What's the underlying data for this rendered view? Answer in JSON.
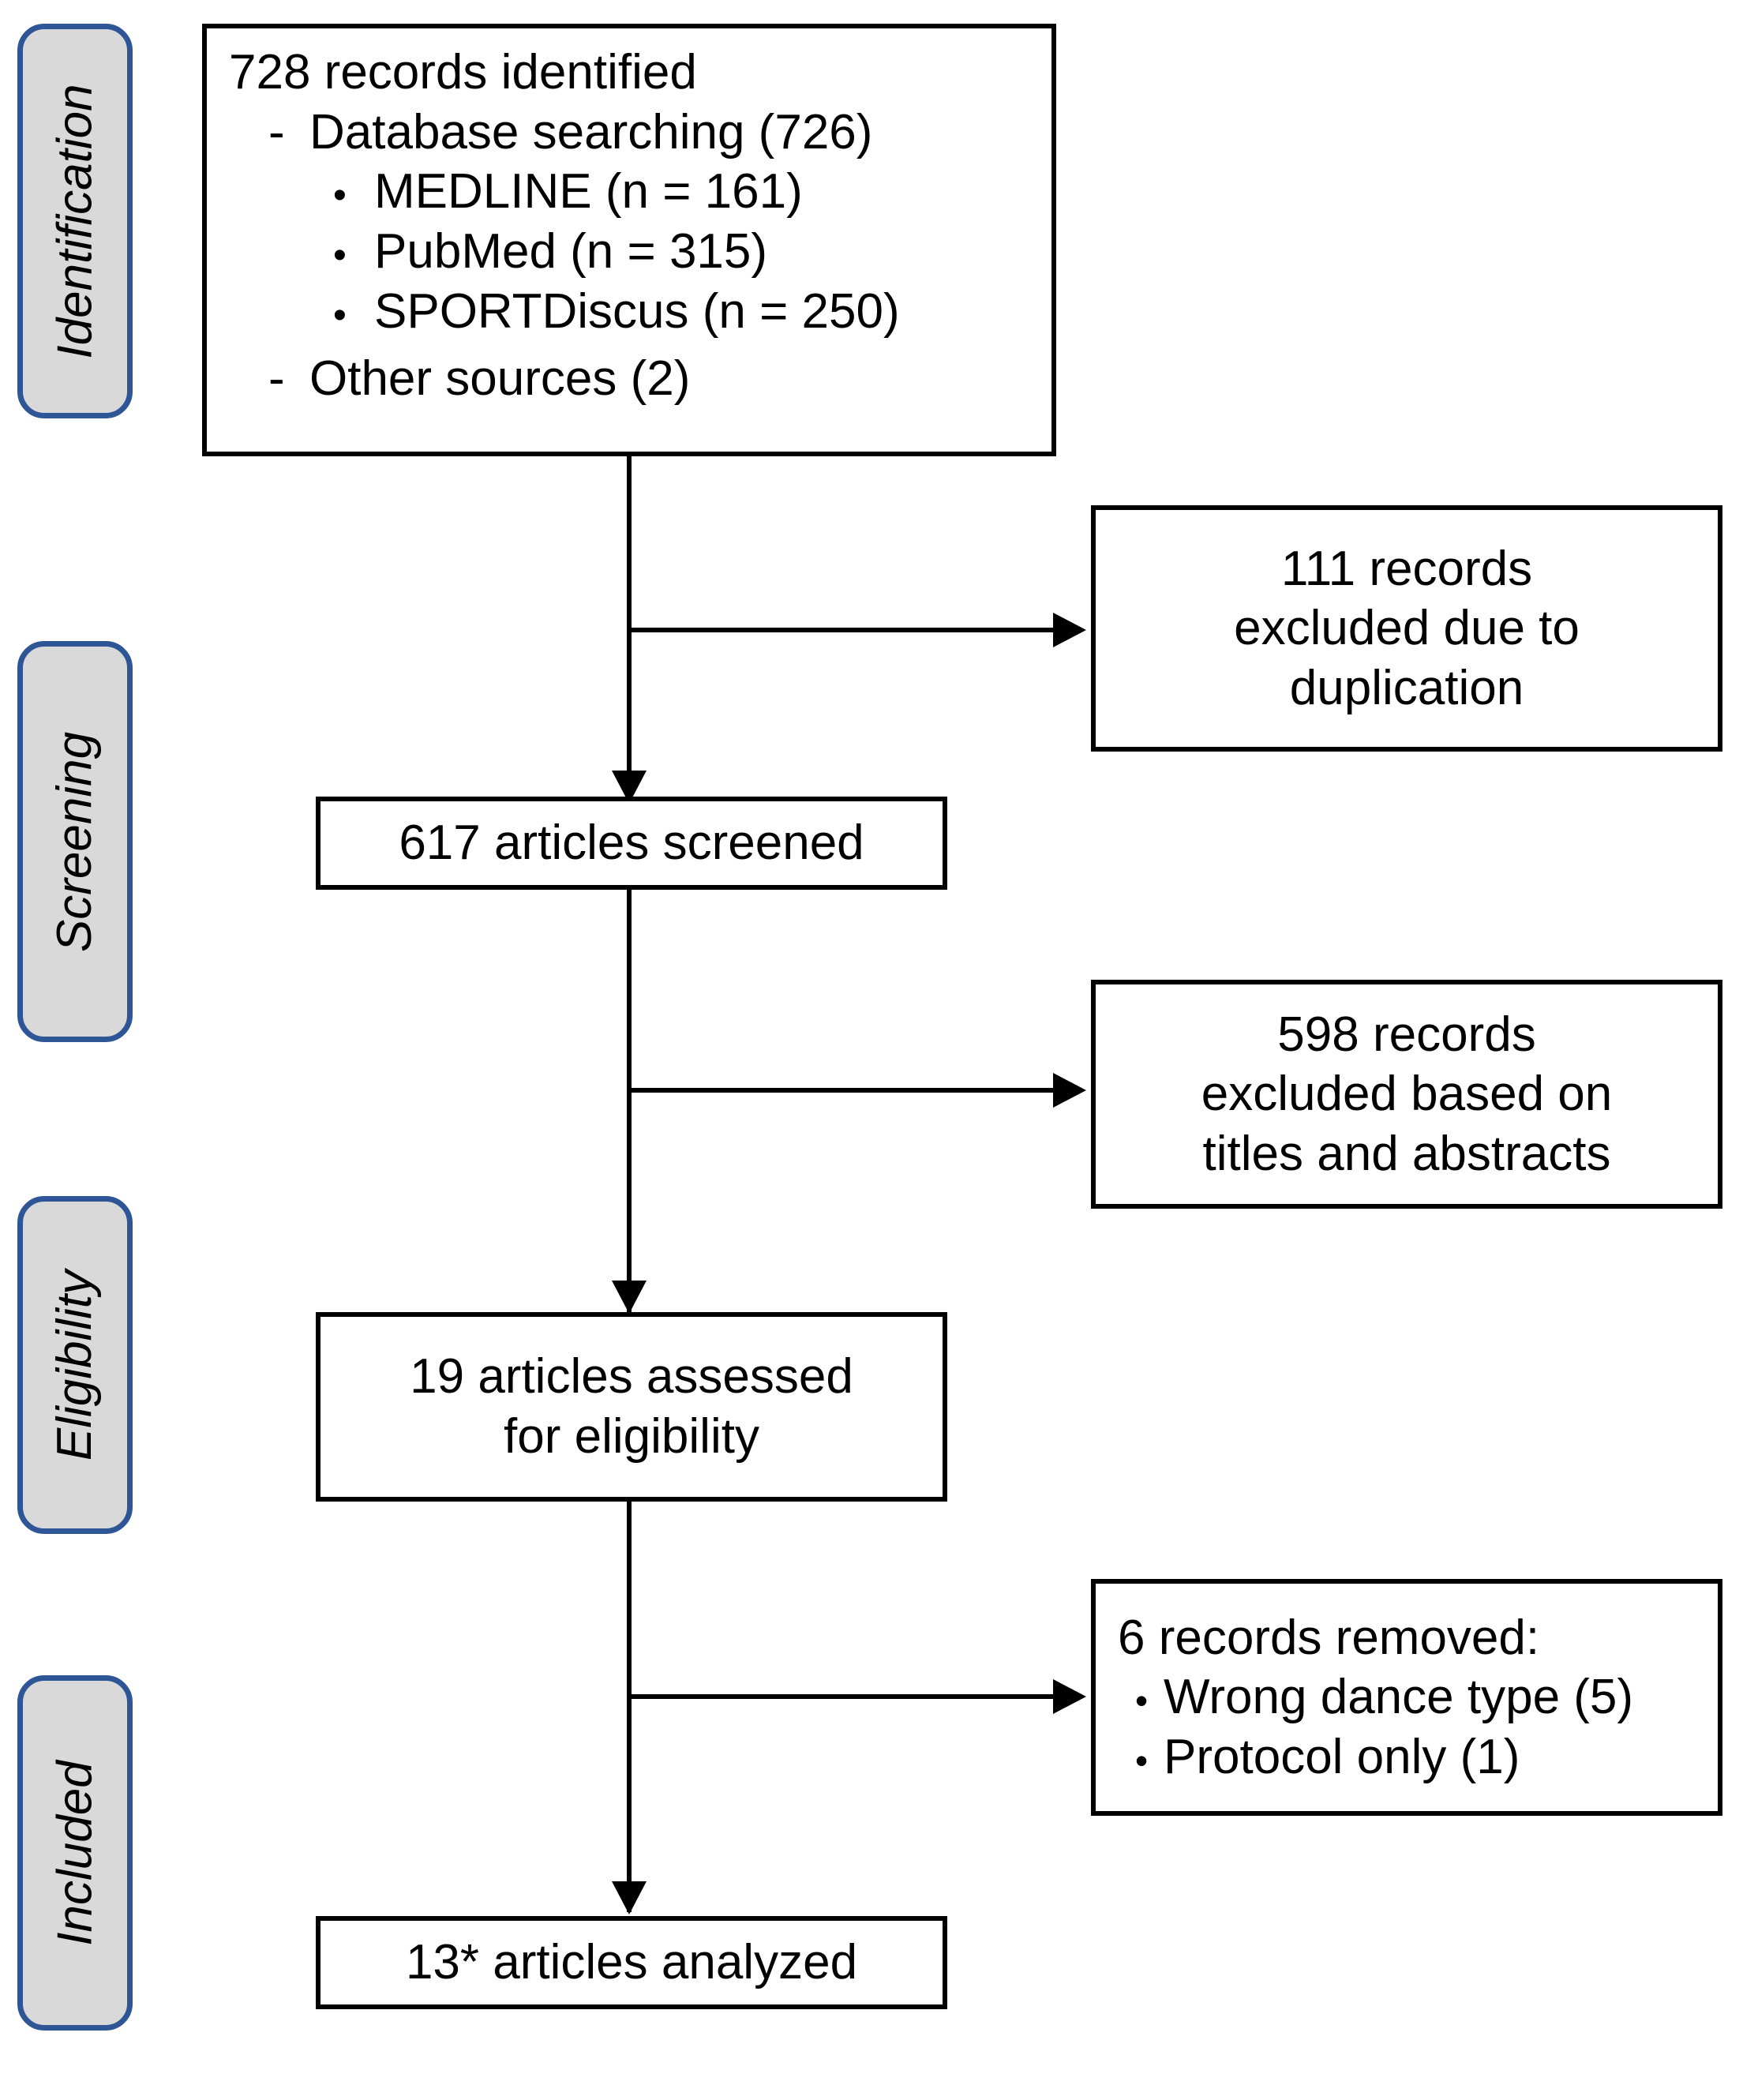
{
  "diagram": {
    "title": "PRISMA study selection flow diagram",
    "colors": {
      "stage_fill": "#D9D9D9",
      "stage_border": "#2E5596",
      "box_border": "#000000",
      "text": "#000000",
      "background": "#FFFFFF"
    }
  },
  "stages": [
    {
      "id": "identification",
      "label": "Identification"
    },
    {
      "id": "screening",
      "label": "Screening"
    },
    {
      "id": "eligibility",
      "label": "Eligibility"
    },
    {
      "id": "included",
      "label": "Included"
    }
  ],
  "main_boxes": {
    "identification": {
      "heading": "728 records identified",
      "items": [
        {
          "marker": "-",
          "label": "Database searching (726)",
          "children": [
            {
              "marker": "•",
              "label": "MEDLINE (n = 161)"
            },
            {
              "marker": "•",
              "label": "PubMed (n = 315)"
            },
            {
              "marker": "•",
              "label": "SPORTDiscus (n = 250)"
            }
          ]
        },
        {
          "marker": "-",
          "label": "Other sources (2)",
          "children": []
        }
      ]
    },
    "screened": {
      "lines": [
        "617 articles screened"
      ]
    },
    "eligibility": {
      "lines": [
        "19 articles assessed",
        "for eligibility"
      ]
    },
    "analyzed": {
      "lines": [
        "13* articles analyzed"
      ]
    }
  },
  "exclusion_boxes": {
    "duplication": {
      "lines": [
        "111 records",
        "excluded due to",
        "duplication"
      ]
    },
    "titles_abstracts": {
      "lines": [
        "598 records",
        "excluded based on",
        "titles and abstracts"
      ]
    },
    "removed": {
      "heading": "6 records removed:",
      "items": [
        {
          "marker": "•",
          "label": "Wrong dance type (5)"
        },
        {
          "marker": "•",
          "label": "Protocol only (1)"
        }
      ]
    }
  },
  "chart_data": {
    "type": "diagram",
    "flow": [
      {
        "stage": "Identification",
        "node": "728 records identified",
        "count": 728
      },
      {
        "stage": "Identification",
        "node": "Database searching",
        "count": 726
      },
      {
        "stage": "Identification",
        "node": "MEDLINE",
        "count": 161
      },
      {
        "stage": "Identification",
        "node": "PubMed",
        "count": 315
      },
      {
        "stage": "Identification",
        "node": "SPORTDiscus",
        "count": 250
      },
      {
        "stage": "Identification",
        "node": "Other sources",
        "count": 2
      },
      {
        "stage": "Screening",
        "node": "records excluded due to duplication",
        "count": 111
      },
      {
        "stage": "Screening",
        "node": "articles screened",
        "count": 617
      },
      {
        "stage": "Screening",
        "node": "records excluded based on titles and abstracts",
        "count": 598
      },
      {
        "stage": "Eligibility",
        "node": "articles assessed for eligibility",
        "count": 19
      },
      {
        "stage": "Eligibility",
        "node": "records removed",
        "count": 6
      },
      {
        "stage": "Eligibility",
        "node": "Wrong dance type",
        "count": 5
      },
      {
        "stage": "Eligibility",
        "node": "Protocol only",
        "count": 1
      },
      {
        "stage": "Included",
        "node": "articles analyzed",
        "count": 13
      }
    ]
  }
}
